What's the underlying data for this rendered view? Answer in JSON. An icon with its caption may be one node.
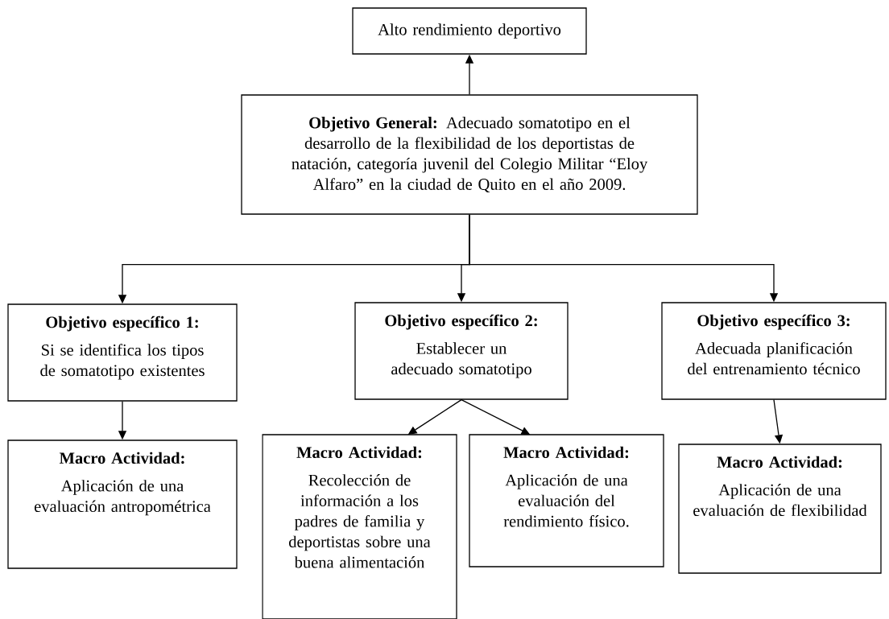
{
  "diagram": {
    "nodes": [
      {
        "text": [
          "Alto rendimiento deportivo"
        ]
      },
      {
        "text": [
          "**Objetivo General:** Adecuado somatotipo en el desarrollo de la flexibilidad de los deportistas de natación, categoría juvenil del Colegio Militar “Eloy Alfaro” en la ciudad de Quito en el año 2009."
        ]
      },
      {
        "text": [
          "Objetivo específico 1:",
          "Si se identifica los tipos de somatotipo existentes"
        ]
      },
      {
        "text": [
          "Objetivo específico 2:",
          "Establecer un adecuado somatotipo"
        ]
      },
      {
        "text": [
          "Objetivo específico 3:",
          "Adecuada planificación del entrenamiento técnico"
        ]
      },
      {
        "text": [
          "Macro Actividad:",
          "Aplicación de una evaluación antropométrica"
        ]
      },
      {
        "text": [
          "Macro Actividad:",
          "Recolección de información a los padres de familia y deportistas sobre una buena alimentación"
        ]
      },
      {
        "text": [
          "Macro Actividad:",
          "Aplicación de una evaluación del rendimiento físico."
        ]
      },
      {
        "text": [
          "Macro Actividad:",
          "Aplicación de una evaluación de flexibilidad"
        ]
      }
    ],
    "edges": [
      {
        "from": 1,
        "to": 0,
        "arrow": "to"
      },
      {
        "from": 1,
        "to": 2,
        "arrow": "to"
      },
      {
        "from": 1,
        "to": 3,
        "arrow": "to"
      },
      {
        "from": 1,
        "to": 4,
        "arrow": "to"
      },
      {
        "from": 2,
        "to": 5,
        "arrow": "to"
      },
      {
        "from": 3,
        "to": 6,
        "arrow": "to"
      },
      {
        "from": 3,
        "to": 7,
        "arrow": "to"
      },
      {
        "from": 4,
        "to": 8,
        "arrow": "to"
      }
    ]
  }
}
